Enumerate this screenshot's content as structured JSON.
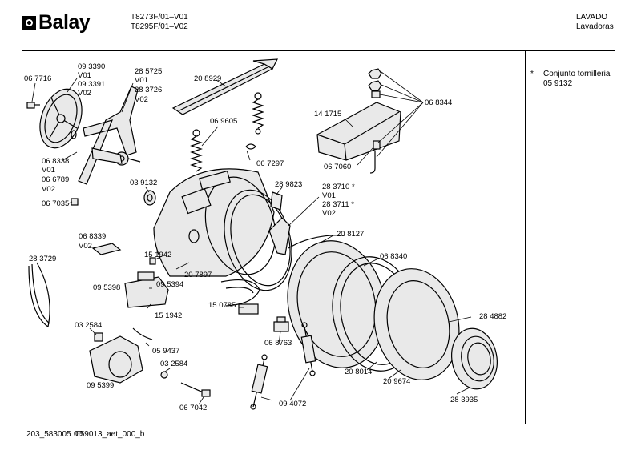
{
  "header": {
    "brand": "Balay",
    "models": [
      "T8273F/01–V01",
      "T8295F/01–V02"
    ],
    "category": [
      "LAVADO",
      "Lavadoras"
    ]
  },
  "note": {
    "marker": "*",
    "lines": [
      "Conjunto tornilleria",
      "05 9132"
    ]
  },
  "footer": "203_583005  059013_aet_000_b",
  "footer_overlap": "00",
  "labels": {
    "l067716": "06 7716",
    "l093390": "09 3390",
    "v01a": "V01",
    "l093391": "09 3391",
    "v02a": "V02",
    "l285725": "28 5725",
    "v01b": "V01",
    "l283726": "28 3726",
    "v02b": "V02",
    "l208929": "20 8929",
    "l069605": "06 9605",
    "l067297": "06 7297",
    "l068338": "06 8338",
    "v01c": "V01",
    "l066789": "06 6789",
    "v02c": "V02",
    "l067035": "06 7035",
    "l039132": "03 9132",
    "l141715": "14 1715",
    "l068344": "06 8344",
    "l067060": "06 7060",
    "l289823": "28 9823",
    "l283710": "28 3710 *",
    "v01d": "V01",
    "l283711": "28 3711 *",
    "v02d": "V02",
    "l068339": "06 8339",
    "v02e": "V02",
    "l283729": "28 3729",
    "l151942a": "15 1942",
    "l207897": "20 7897",
    "l208127": "20 8127",
    "l068340": "06 8340",
    "l095398": "09 5398",
    "l095394": "09 5394",
    "l151942b": "15 1942",
    "l150785": "15 0785",
    "l032584a": "03 2584",
    "l059437": "05 9437",
    "l068763": "06 8763",
    "l284882": "28 4882",
    "l032584b": "03 2584",
    "l095399": "09 5399",
    "l208014": "20 8014",
    "l209674": "20 9674",
    "l283935": "28 3935",
    "l094072": "09 4072",
    "l067042": "06 7042"
  }
}
